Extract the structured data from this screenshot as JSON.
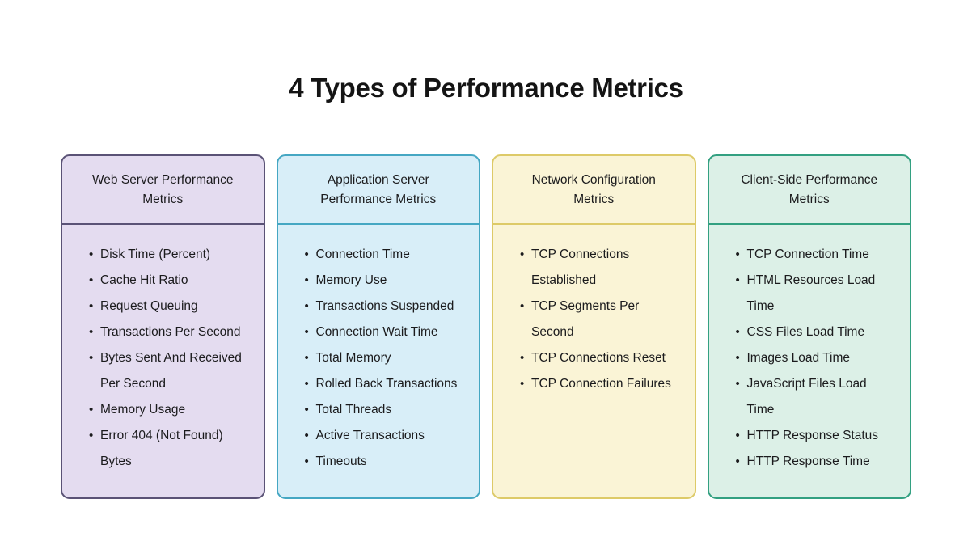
{
  "page": {
    "title": "4 Types of Performance Metrics",
    "background_color": "#ffffff",
    "text_color": "#1b1b1d"
  },
  "cards": [
    {
      "id": "web-server-performance-metrics",
      "title": "Web Server Performance Metrics",
      "bg_color": "#e4dcf0",
      "border_color": "#5a5276",
      "items": [
        "Disk Time (Percent)",
        "Cache Hit Ratio",
        "Request Queuing",
        "Transactions Per Second",
        "Bytes Sent And Received Per Second",
        "Memory Usage",
        "Error 404 (Not Found) Bytes"
      ]
    },
    {
      "id": "application-server-performance-metrics",
      "title": "Application Server Performance Metrics",
      "bg_color": "#d8eef8",
      "border_color": "#45a7c3",
      "items": [
        "Connection Time",
        "Memory Use",
        "Transactions Suspended",
        "Connection Wait Time",
        "Total Memory",
        "Rolled Back Transactions",
        "Total Threads",
        "Active Transactions",
        "Timeouts"
      ]
    },
    {
      "id": "network-configuration-metrics",
      "title": "Network Configuration Metrics",
      "bg_color": "#faf4d6",
      "border_color": "#ddca68",
      "items": [
        "TCP Connections Established",
        "TCP Segments Per Second",
        "TCP Connections Reset",
        "TCP Connection Failures"
      ]
    },
    {
      "id": "client-side-performance-metrics",
      "title": "Client-Side Performance Metrics",
      "bg_color": "#dcf0e7",
      "border_color": "#33a081",
      "items": [
        "TCP Connection Time",
        "HTML Resources Load Time",
        "CSS Files Load Time",
        "Images Load Time",
        "JavaScript Files Load Time",
        "HTTP Response Status",
        "HTTP Response Time"
      ]
    }
  ]
}
